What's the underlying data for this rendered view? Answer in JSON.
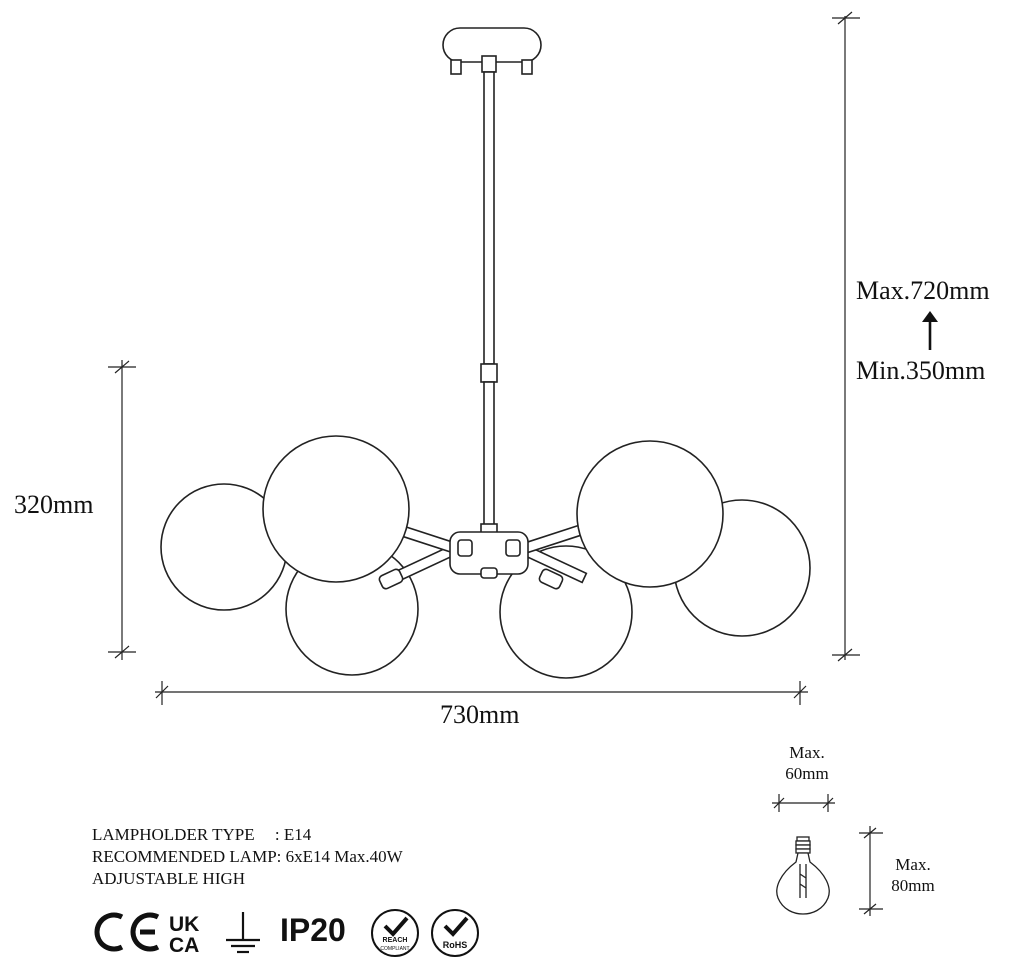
{
  "dimensions": {
    "height_max": "Max.720mm",
    "height_min": "Min.350mm",
    "body_height": "320mm",
    "width": "730mm",
    "bulb_width_line1": "Max.",
    "bulb_width_line2": "60mm",
    "bulb_height_line1": "Max.",
    "bulb_height_line2": "80mm"
  },
  "specs": {
    "lampholder_label": "LAMPHOLDER TYPE",
    "lampholder_value": ": E14",
    "recommended_label": "RECOMMENDED LAMP:",
    "recommended_value": "6xE14 Max.40W",
    "adjustable": "ADJUSTABLE HIGH"
  },
  "certifications": {
    "ce": "CE",
    "ukca_top": "UK",
    "ukca_bottom": "CA",
    "ip": "IP20",
    "reach_label": "REACH",
    "reach_sub": "COMPLIANT",
    "rohs_label": "RoHS"
  }
}
